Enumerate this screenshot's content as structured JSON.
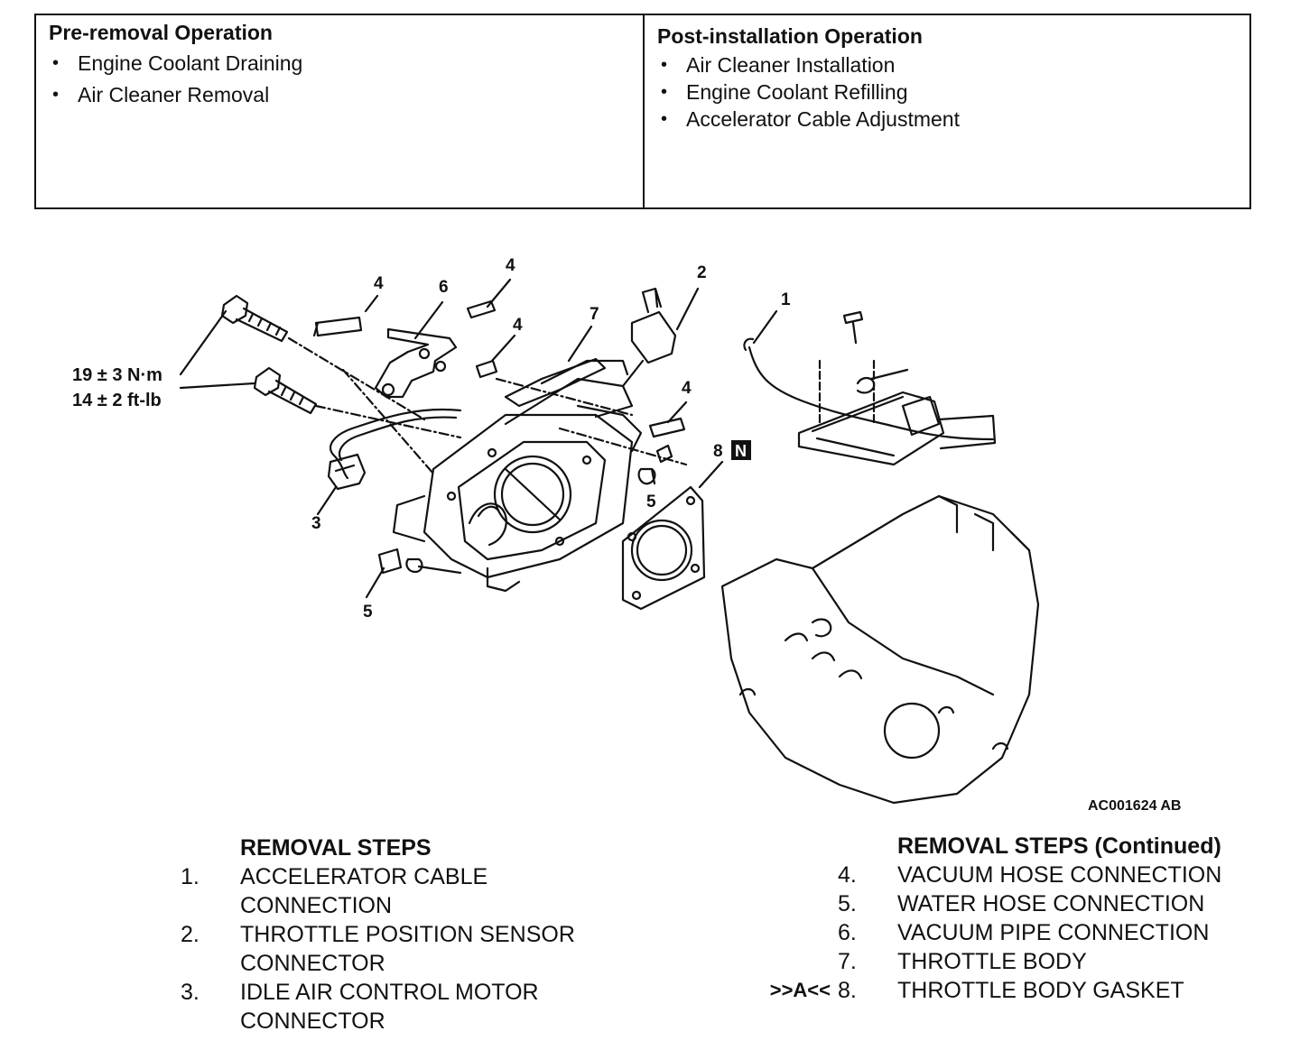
{
  "pre_removal": {
    "title": "Pre-removal Operation",
    "items": [
      "Engine Coolant Draining",
      "Air Cleaner Removal"
    ]
  },
  "post_installation": {
    "title": "Post-installation Operation",
    "items": [
      "Air Cleaner Installation",
      "Engine Coolant Refilling",
      "Accelerator Cable Adjustment"
    ]
  },
  "figure": {
    "torque_line1": "19 ± 3 N·m",
    "torque_line2": "14 ± 2 ft-lb",
    "callouts": [
      "1",
      "2",
      "3",
      "4",
      "4",
      "4",
      "4",
      "5",
      "5",
      "6",
      "7",
      "8"
    ],
    "new_part_badge": "N",
    "figure_code": "AC001624 AB"
  },
  "removal_steps": {
    "title": "REMOVAL STEPS",
    "steps": [
      {
        "num": "1.",
        "lines": [
          "ACCELERATOR CABLE",
          "CONNECTION"
        ]
      },
      {
        "num": "2.",
        "lines": [
          "THROTTLE POSITION SENSOR",
          "CONNECTOR"
        ]
      },
      {
        "num": "3.",
        "lines": [
          "IDLE AIR CONTROL MOTOR",
          "CONNECTOR"
        ]
      }
    ]
  },
  "removal_steps_continued": {
    "title": "REMOVAL STEPS (Continued)",
    "steps": [
      {
        "marker": "",
        "num": "4.",
        "text": "VACUUM HOSE CONNECTION"
      },
      {
        "marker": "",
        "num": "5.",
        "text": "WATER HOSE CONNECTION"
      },
      {
        "marker": "",
        "num": "6.",
        "text": "VACUUM PIPE CONNECTION"
      },
      {
        "marker": "",
        "num": "7.",
        "text": "THROTTLE BODY"
      },
      {
        "marker": ">>A<<",
        "num": "8.",
        "text": "THROTTLE BODY GASKET"
      }
    ]
  }
}
